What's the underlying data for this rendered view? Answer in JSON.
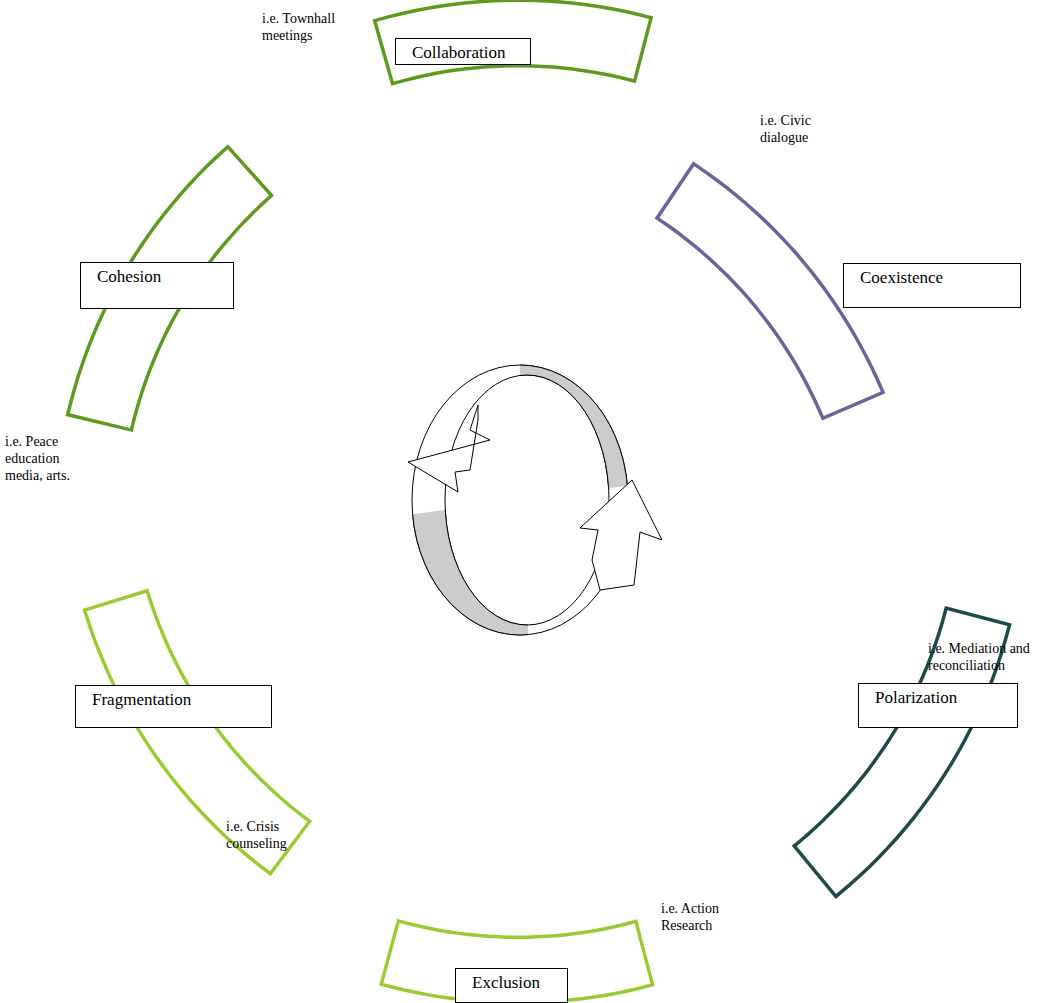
{
  "diagram": {
    "nodes": [
      {
        "text": [
          "Collaboration",
          "i.e. Townhall meetings"
        ]
      },
      {
        "text": [
          "Cohesion",
          "i.e. Peace education media, arts."
        ]
      },
      {
        "text": [
          "Coexistence",
          "i.e. Civic dialogue"
        ]
      },
      {
        "text": [
          "Fragmentation",
          "i.e. Crisis counseling"
        ]
      },
      {
        "text": [
          "Polarization",
          "i.e. Mediation and reconciliation"
        ]
      },
      {
        "text": [
          "Exclusion",
          "i.e. Action Research"
        ]
      }
    ]
  }
}
